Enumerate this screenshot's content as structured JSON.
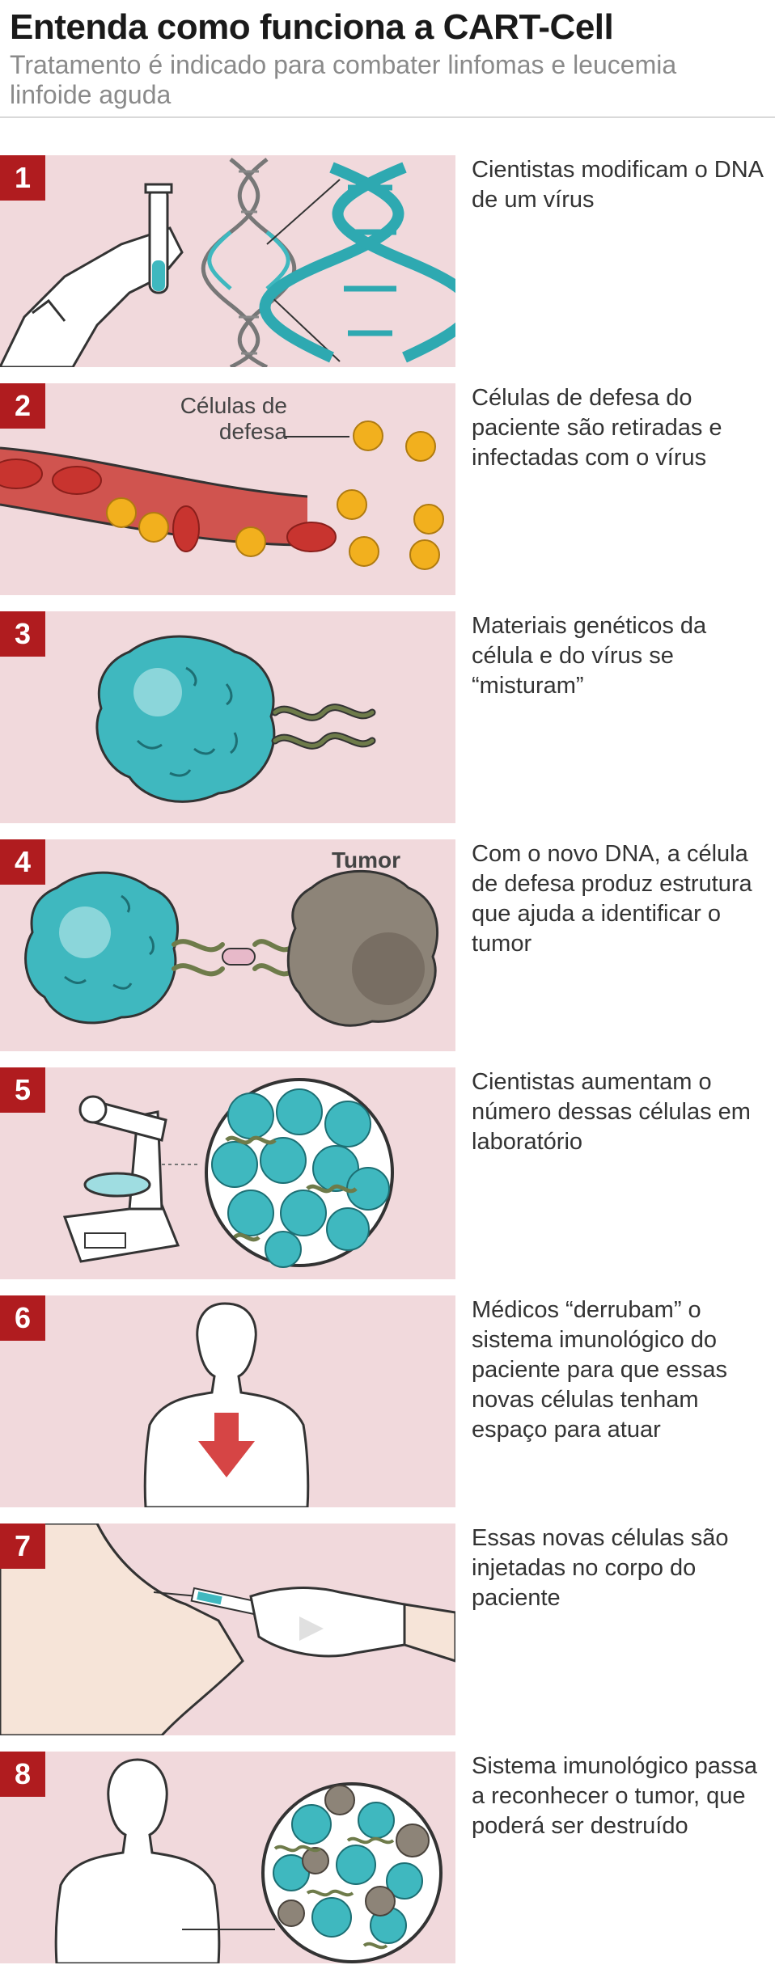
{
  "header": {
    "title": "Entenda como funciona a CART-Cell",
    "subtitle": "Tratamento é indicado para combater linfomas e leucemia linfoide aguda"
  },
  "steps": [
    {
      "number": "1",
      "text": "Cientistas modificam o DNA de um vírus"
    },
    {
      "number": "2",
      "text": "Células de defesa do paciente são retiradas e infectadas com o vírus",
      "label": "Células de defesa"
    },
    {
      "number": "3",
      "text": "Materiais genéticos da célula e do vírus se “misturam”"
    },
    {
      "number": "4",
      "text": "Com o novo DNA, a célula de defesa produz estrutura que ajuda a identificar o tumor",
      "label": "Tumor"
    },
    {
      "number": "5",
      "text": "Cientistas aumentam o número dessas células em laboratório"
    },
    {
      "number": "6",
      "text": "Médicos “derrubam” o sistema imunológico do paciente para que essas novas células tenham espaço para atuar"
    },
    {
      "number": "7",
      "text": "Essas novas células são injetadas no corpo do paciente"
    },
    {
      "number": "8",
      "text": "Sistema imunológico passa a reconhecer o tumor, que poderá ser destruído"
    }
  ],
  "colors": {
    "panel": "#f1d9dc",
    "badge": "#b01c1f",
    "teal": "#3fb8bf",
    "blood": "#c8342f",
    "yellow": "#f2b01e",
    "tumor": "#8d8478"
  },
  "icons": [
    "test-tube-icon",
    "dna-icon",
    "blood-vessel-icon",
    "cell-icon",
    "tumor-icon",
    "microscope-icon",
    "silhouette-icon",
    "arrow-down-icon",
    "syringe-icon"
  ]
}
